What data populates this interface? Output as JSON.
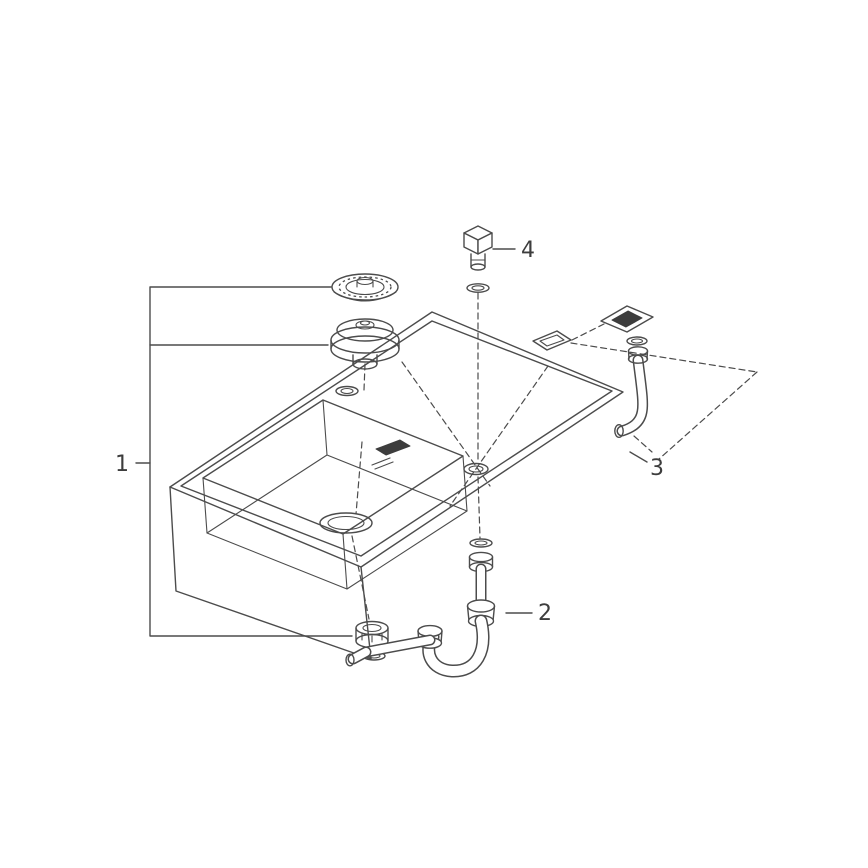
{
  "diagram": {
    "background_color": "#ffffff",
    "line_color": "#4c4c4c",
    "callouts": [
      {
        "label": "1",
        "part": "sink-with-strainer-group"
      },
      {
        "label": "2",
        "part": "drain-trap-assembly"
      },
      {
        "label": "3",
        "part": "overflow-outlet-assembly"
      },
      {
        "label": "4",
        "part": "cover-plug"
      }
    ]
  }
}
